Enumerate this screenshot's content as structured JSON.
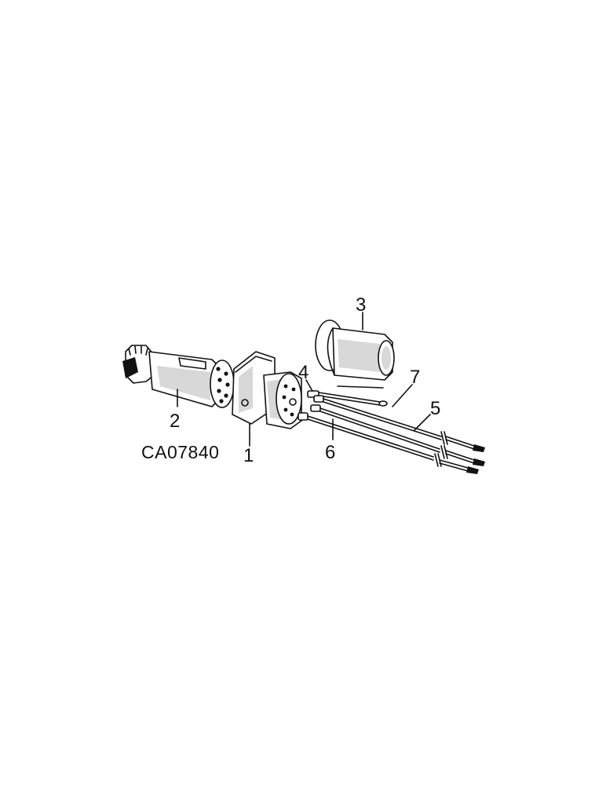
{
  "figure": {
    "drawing_code": "CA07840",
    "callouts": [
      {
        "id": "1",
        "label": "1"
      },
      {
        "id": "2",
        "label": "2"
      },
      {
        "id": "3",
        "label": "3"
      },
      {
        "id": "4",
        "label": "4"
      },
      {
        "id": "5",
        "label": "5"
      },
      {
        "id": "6",
        "label": "6"
      },
      {
        "id": "7",
        "label": "7"
      }
    ]
  }
}
